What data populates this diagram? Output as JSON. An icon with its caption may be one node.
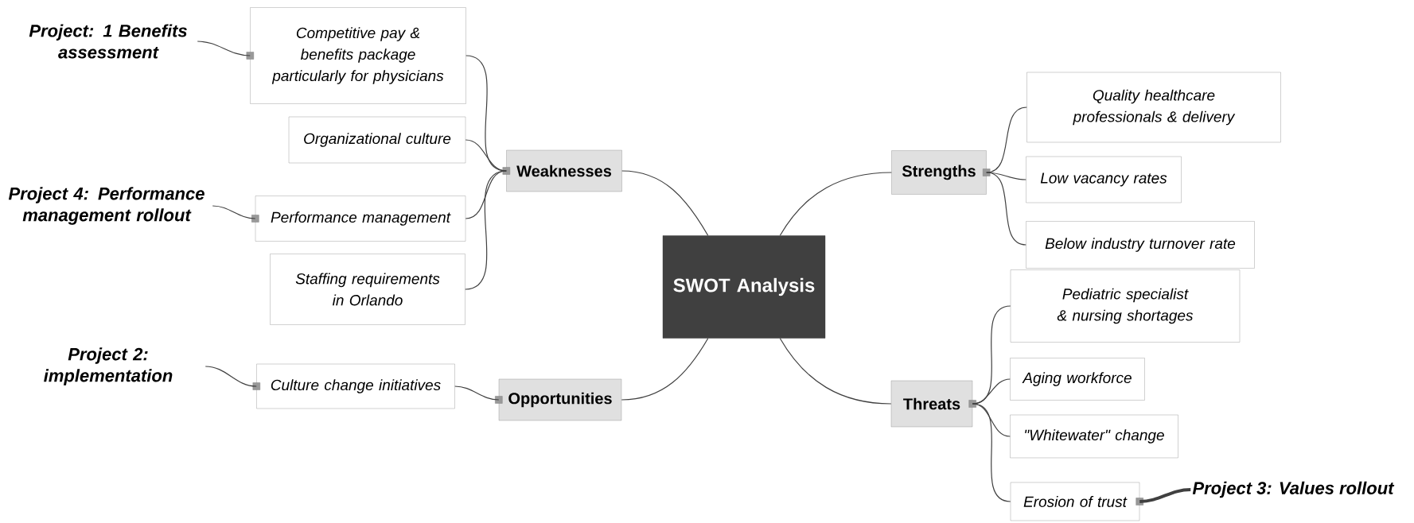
{
  "diagram": {
    "nodes": [
      {
        "text": [
          "SWOT Analysis"
        ]
      },
      {
        "text": [
          "Weaknesses"
        ]
      },
      {
        "text": [
          "Opportunities"
        ]
      },
      {
        "text": [
          "Strengths"
        ]
      },
      {
        "text": [
          "Threats"
        ]
      },
      {
        "text": [
          "Competitive pay & benefits package particularly for physicians"
        ]
      },
      {
        "text": [
          "Organizational culture"
        ]
      },
      {
        "text": [
          "Performance management"
        ]
      },
      {
        "text": [
          "Staffing requirements in Orlando"
        ]
      },
      {
        "text": [
          "Culture change initiatives"
        ]
      },
      {
        "text": [
          "Quality healthcare professionals & delivery"
        ]
      },
      {
        "text": [
          "Low vacancy rates"
        ]
      },
      {
        "text": [
          "Below industry turnover rate"
        ]
      },
      {
        "text": [
          "Pediatric specialist & nursing shortages"
        ]
      },
      {
        "text": [
          "Aging workforce"
        ]
      },
      {
        "text": [
          "\"Whitewater\" change"
        ]
      },
      {
        "text": [
          "Erosion of trust"
        ]
      },
      {
        "text": [
          "Project: 1 Benefits assessment"
        ]
      },
      {
        "text": [
          "Project 4: Performance management rollout"
        ]
      },
      {
        "text": [
          "Project 2: implementation"
        ]
      },
      {
        "text": [
          "Project 3: Values rollout"
        ]
      }
    ],
    "edges": [
      {
        "from": 0,
        "to": 1,
        "arrow": "none"
      },
      {
        "from": 0,
        "to": 2,
        "arrow": "none"
      },
      {
        "from": 0,
        "to": 3,
        "arrow": "none"
      },
      {
        "from": 0,
        "to": 4,
        "arrow": "none"
      },
      {
        "from": 1,
        "to": 5,
        "arrow": "none"
      },
      {
        "from": 1,
        "to": 6,
        "arrow": "none"
      },
      {
        "from": 1,
        "to": 7,
        "arrow": "none"
      },
      {
        "from": 1,
        "to": 8,
        "arrow": "none"
      },
      {
        "from": 2,
        "to": 9,
        "arrow": "none"
      },
      {
        "from": 3,
        "to": 10,
        "arrow": "none"
      },
      {
        "from": 3,
        "to": 11,
        "arrow": "none"
      },
      {
        "from": 3,
        "to": 12,
        "arrow": "none"
      },
      {
        "from": 4,
        "to": 13,
        "arrow": "none"
      },
      {
        "from": 4,
        "to": 14,
        "arrow": "none"
      },
      {
        "from": 4,
        "to": 15,
        "arrow": "none"
      },
      {
        "from": 4,
        "to": 16,
        "arrow": "none"
      },
      {
        "from": 5,
        "to": 17,
        "arrow": "none"
      },
      {
        "from": 7,
        "to": 18,
        "arrow": "none"
      },
      {
        "from": 9,
        "to": 19,
        "arrow": "none"
      },
      {
        "from": 16,
        "to": 20,
        "arrow": "none",
        "style": "thick"
      }
    ]
  }
}
